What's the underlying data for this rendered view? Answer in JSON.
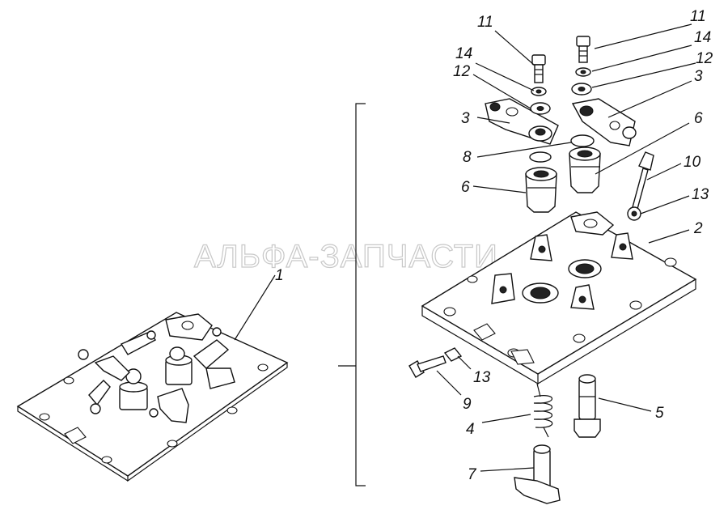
{
  "watermark": "АЛЬФА-ЗАПЧАСТИ",
  "callouts": {
    "c1": "1",
    "c2": "2",
    "c3a": "3",
    "c3b": "3",
    "c4": "4",
    "c5": "5",
    "c6a": "6",
    "c6b": "6",
    "c7": "7",
    "c8": "8",
    "c9": "9",
    "c10": "10",
    "c11a": "11",
    "c11b": "11",
    "c12a": "12",
    "c12b": "12",
    "c13a": "13",
    "c13b": "13",
    "c14a": "14",
    "c14b": "14"
  }
}
